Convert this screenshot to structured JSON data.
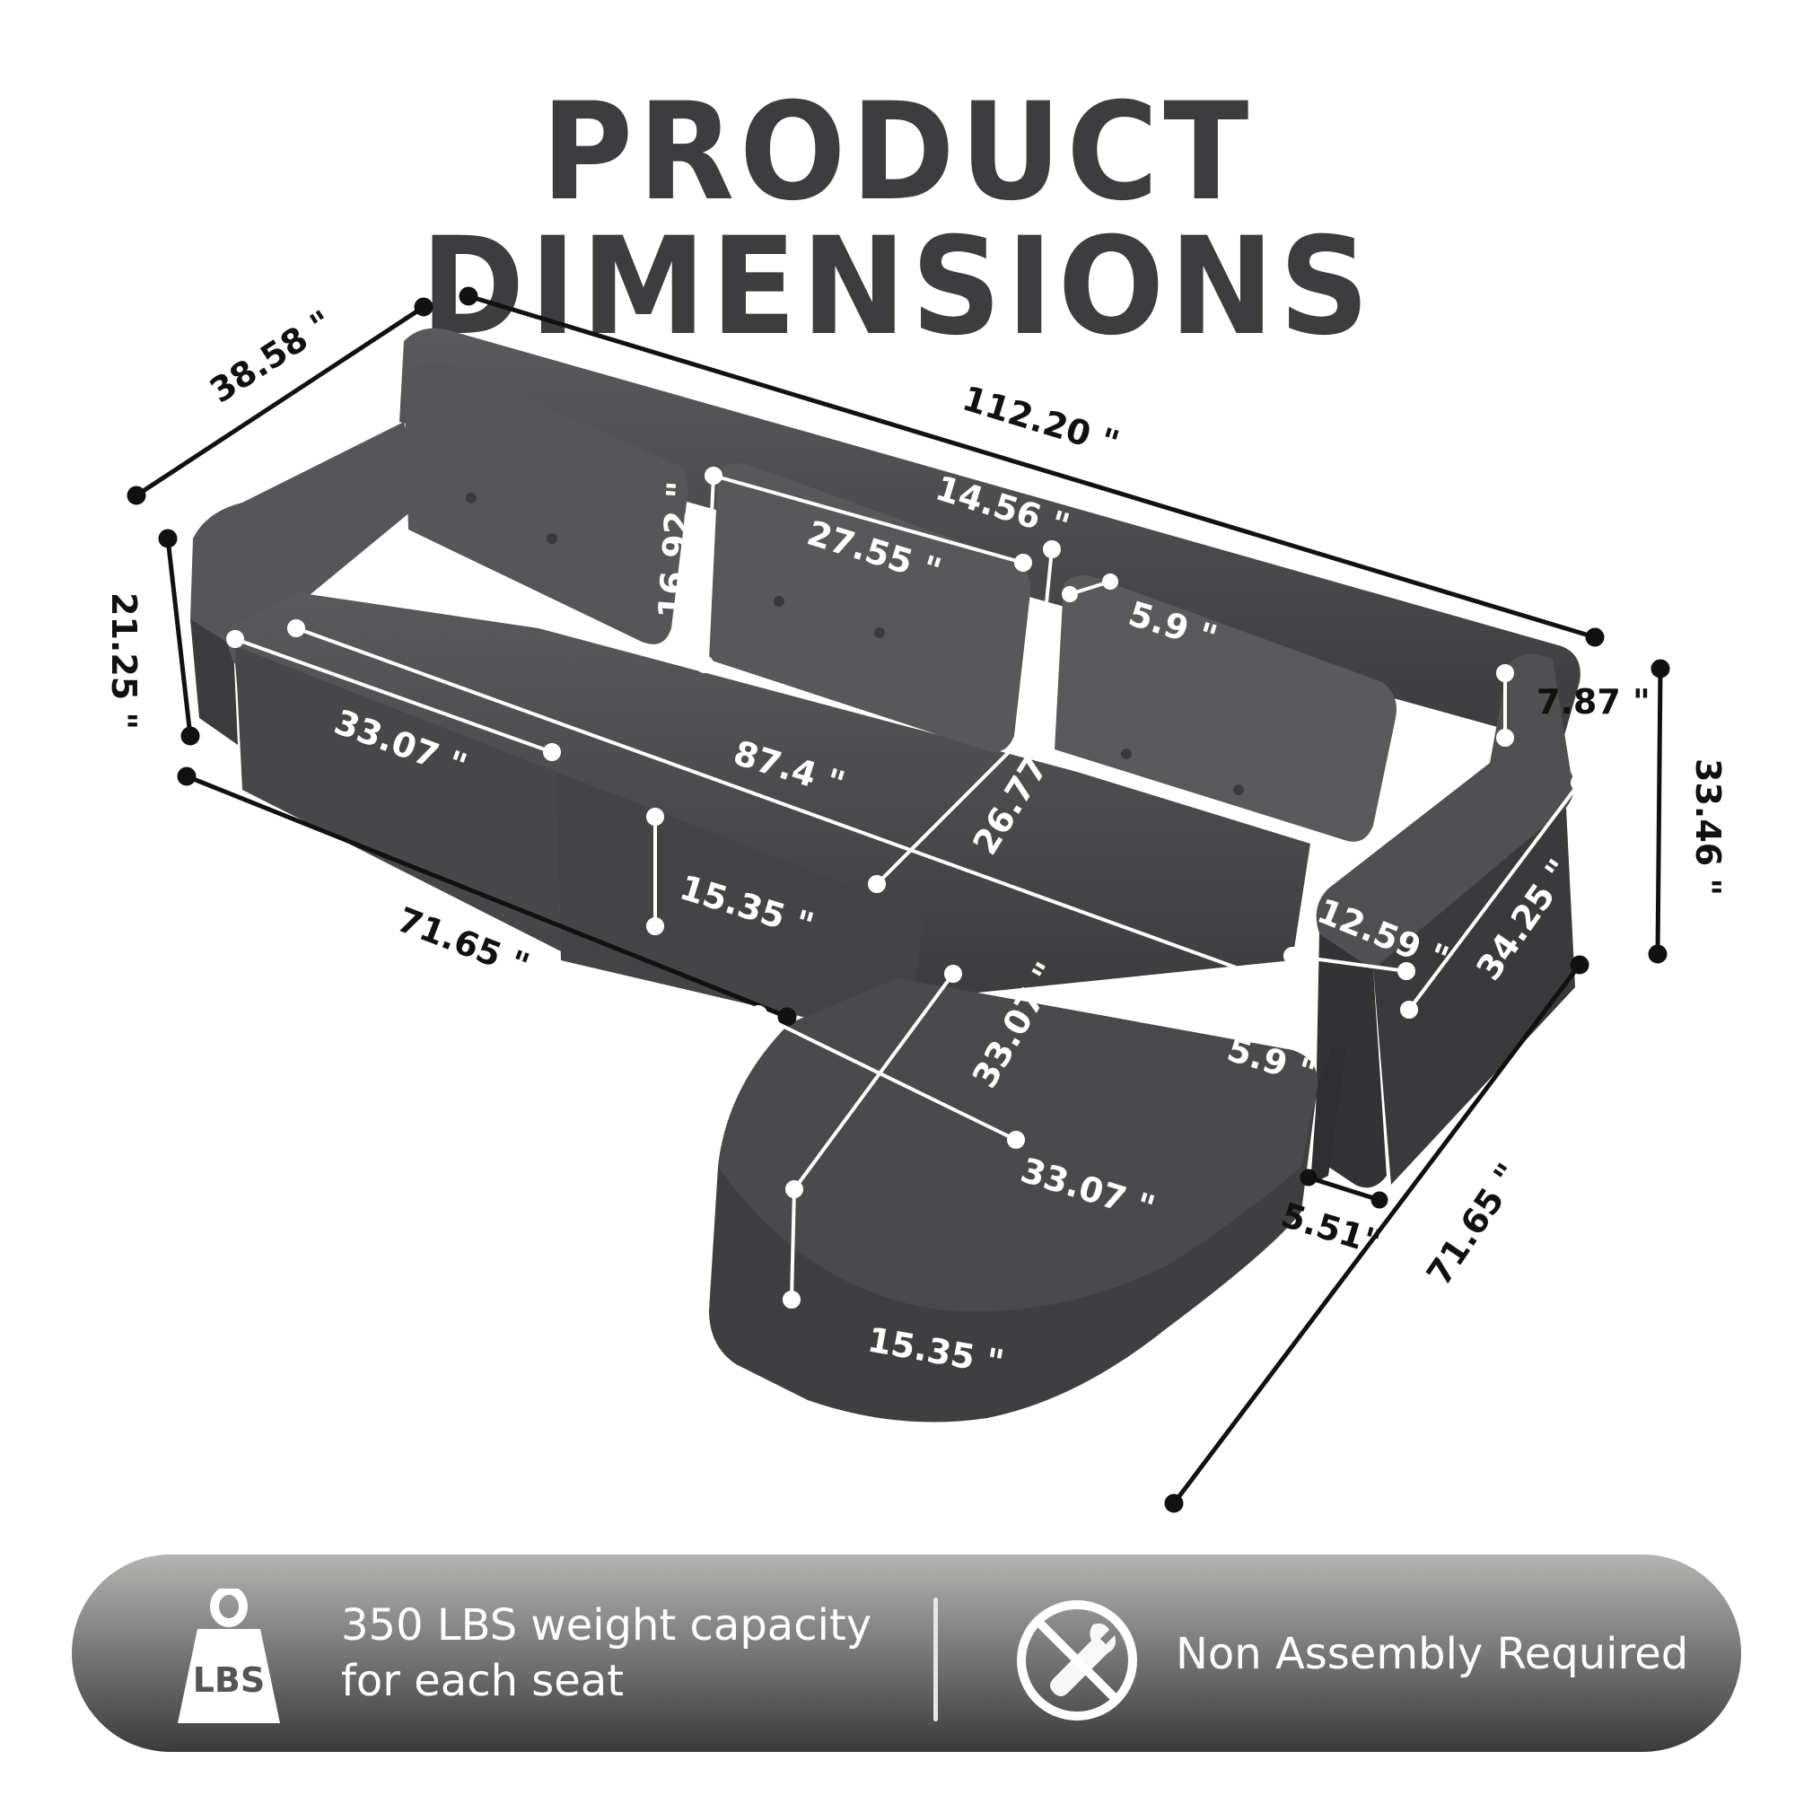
{
  "header": {
    "title": "PRODUCT  DIMENSIONS"
  },
  "colors": {
    "title": "#3d3d3f",
    "sofa_fabric": "#4a4a4c",
    "sofa_dark": "#333335",
    "dim_line_outer": "#111111",
    "dim_line_inner": "#ffffff",
    "banner_top": "#b4b4b2",
    "banner_bottom": "#3b3b3d"
  },
  "dimensions": {
    "depth_total": "38.58 \"",
    "width_total": "112.20 \"",
    "back_cushion_height": "16.92 \"",
    "back_cushion_width": "27.55 \"",
    "backrest_thickness": "14.56 \"",
    "back_cushion_depth": "5.9 \"",
    "arm_height_left": "21.25 \"",
    "seat_module_width": "33.07 \"",
    "seat_width_total": "87.4 \"",
    "seat_depth": "26.77 \"",
    "armrest_top_height": "7.87 \"",
    "overall_height": "33.46 \"",
    "seat_height_front": "15.35 \"",
    "front_length_left": "71.65 \"",
    "armrest_width": "12.59 \"",
    "armrest_length": "34.25 \"",
    "chaise_depth": "33.07 \"",
    "chaise_width": "33.07 \"",
    "chaise_gap": "5.9 \"",
    "chaise_side_gap": "5.51\"",
    "chaise_height": "15.35 \"",
    "side_length_right": "71.65 \""
  },
  "banner": {
    "weight": {
      "icon": "weight-lbs-icon",
      "icon_label": "LBS",
      "line1": "350 LBS weight capacity",
      "line2": "for each seat"
    },
    "assembly": {
      "icon": "no-tools-icon",
      "label": "Non Assembly Required"
    }
  }
}
